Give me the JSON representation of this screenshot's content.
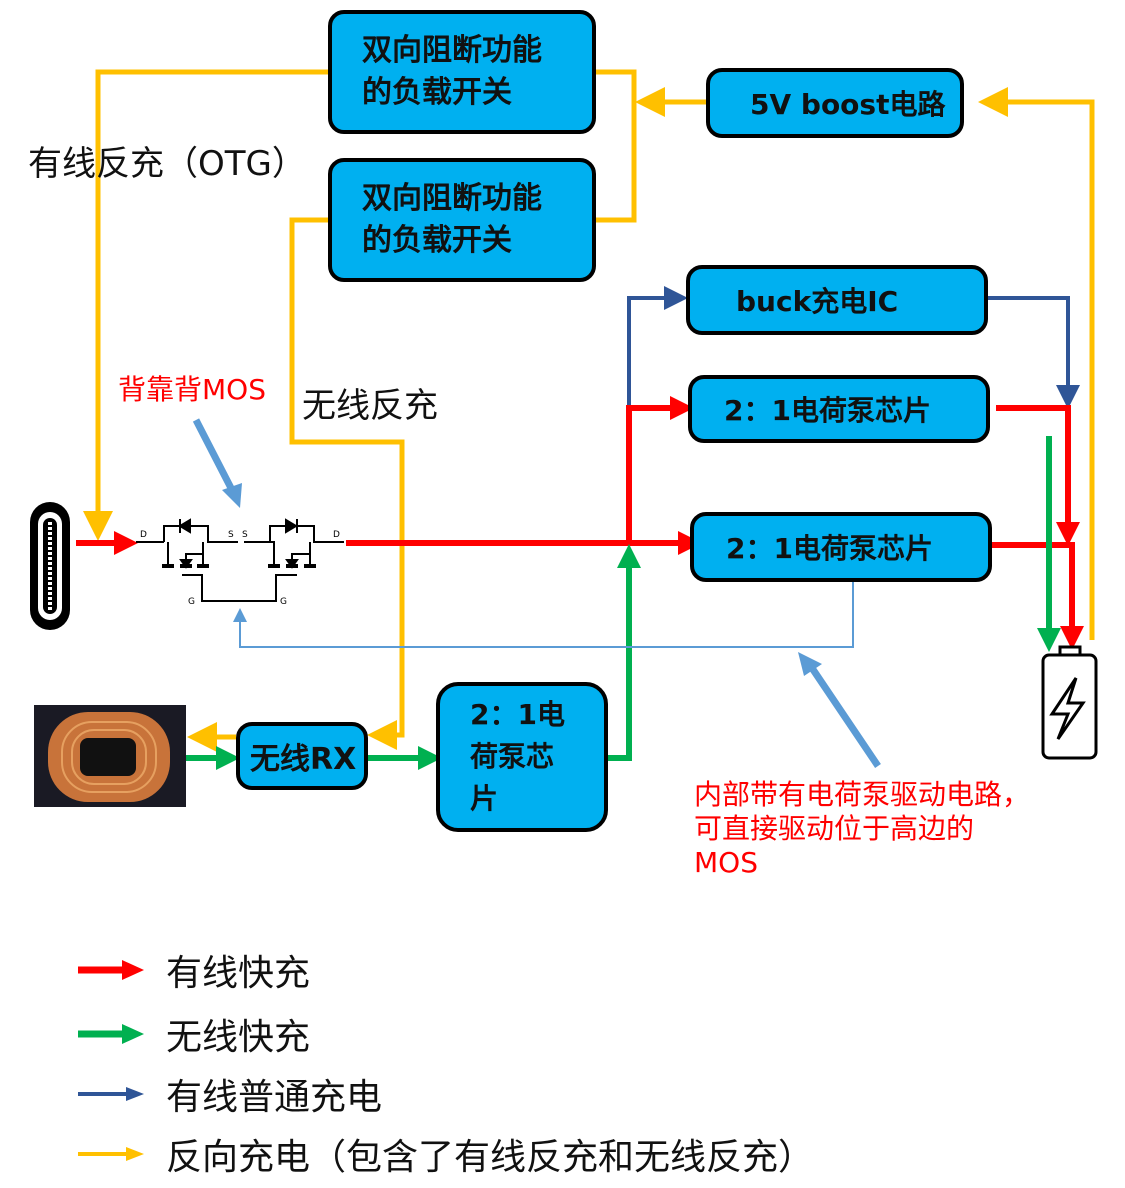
{
  "colors": {
    "wired_fast": "#ff0000",
    "wireless_fast": "#00b050",
    "wired_normal": "#2f5597",
    "reverse": "#ffc000",
    "block_fill": "#00b0f0",
    "annotation_arrow": "#5b9bd5",
    "annotation_text": "#ff0000"
  },
  "blocks": {
    "load_switch_1": "双向阻断功能\n的负载开关",
    "load_switch_2": "双向阻断功能\n的负载开关",
    "boost": "5V boost电路",
    "buck": "buck充电IC",
    "charge_pump_1": "2：1电荷泵芯片",
    "charge_pump_2": "2：1电荷泵芯片",
    "wireless_rx": "无线RX",
    "charge_pump_wireless": "2：1电\n荷泵芯\n片"
  },
  "labels": {
    "wired_reverse": "有线反充（OTG）",
    "wireless_reverse": "无线反充",
    "back_to_back_mos": "背靠背MOS",
    "driver_note": "内部带有电荷泵驱动电路，\n可直接驱动位于高边的\nMOS",
    "mos_pins": [
      "D",
      "S",
      "S",
      "D",
      "G",
      "G"
    ]
  },
  "icons": {
    "usb_port": "usb-c-port-icon",
    "coil": "wireless-coil-icon",
    "battery": "battery-charging-icon",
    "mosfet": "back-to-back-mosfet-icon"
  },
  "legend": [
    {
      "label": "有线快充",
      "color": "#ff0000"
    },
    {
      "label": "无线快充",
      "color": "#00b050"
    },
    {
      "label": "有线普通充电",
      "color": "#2f5597"
    },
    {
      "label": "反向充电（包含了有线反充和无线反充）",
      "color": "#ffc000"
    }
  ]
}
